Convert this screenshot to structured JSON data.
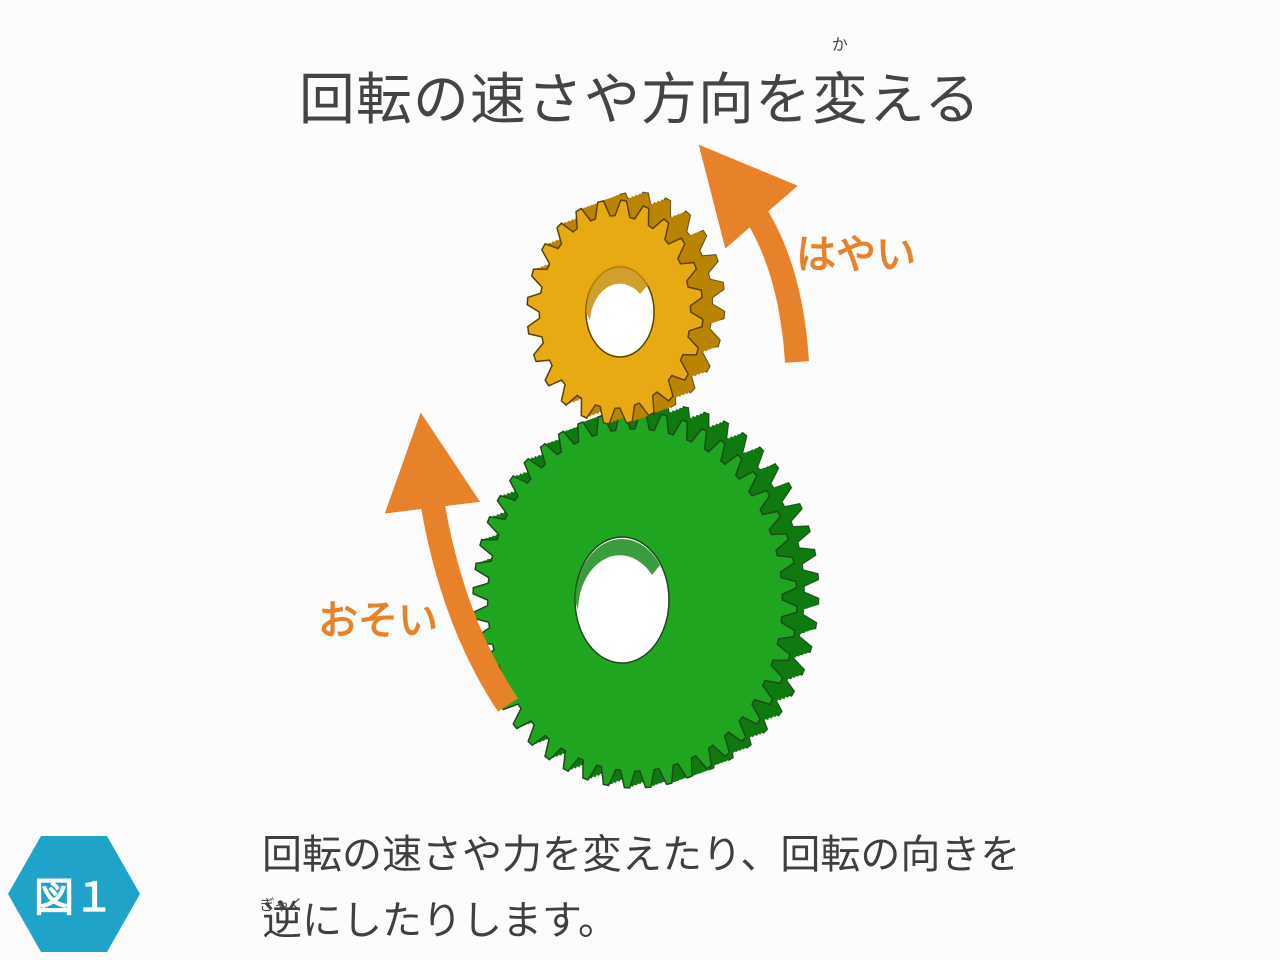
{
  "title": {
    "before": "回転の速さや方向を",
    "ruby_base": "変",
    "ruby_reading": "か",
    "after": "える"
  },
  "labels": {
    "fast": "はやい",
    "slow": "おそい"
  },
  "badge": {
    "text": "図１",
    "color": "#1fa3c9"
  },
  "description": {
    "line1": "回転の速さや力を変えたり、回転の向きを",
    "line2_ruby_base": "逆",
    "line2_ruby_reading": "ぎゃく",
    "line2_rest": "にしたりします。"
  },
  "colors": {
    "small_gear": "#e8aa12",
    "large_gear": "#1fa51f",
    "arrow": "#e8822a"
  }
}
